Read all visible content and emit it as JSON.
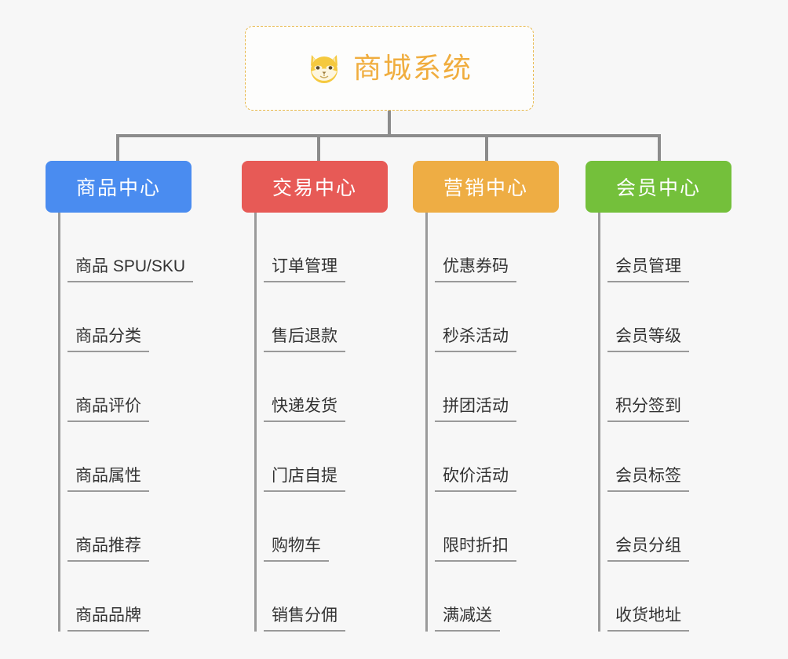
{
  "root": {
    "title": "商城系统",
    "icon": "shiba-dog-icon",
    "border_color": "#e8b84b",
    "text_color": "#f0ad3e"
  },
  "canvas": {
    "background": "#f7f7f7",
    "connector_color": "#8c8c8c"
  },
  "branches": [
    {
      "label": "商品中心",
      "color": "#4a8cf0",
      "items": [
        "商品 SPU/SKU",
        "商品分类",
        "商品评价",
        "商品属性",
        "商品推荐",
        "商品品牌"
      ]
    },
    {
      "label": "交易中心",
      "color": "#e75a56",
      "items": [
        "订单管理",
        "售后退款",
        "快递发货",
        "门店自提",
        "购物车",
        "销售分佣"
      ]
    },
    {
      "label": "营销中心",
      "color": "#eead44",
      "items": [
        "优惠券码",
        "秒杀活动",
        "拼团活动",
        "砍价活动",
        "限时折扣",
        "满减送"
      ]
    },
    {
      "label": "会员中心",
      "color": "#74c03b",
      "items": [
        "会员管理",
        "会员等级",
        "积分签到",
        "会员标签",
        "会员分组",
        "收货地址"
      ]
    }
  ]
}
